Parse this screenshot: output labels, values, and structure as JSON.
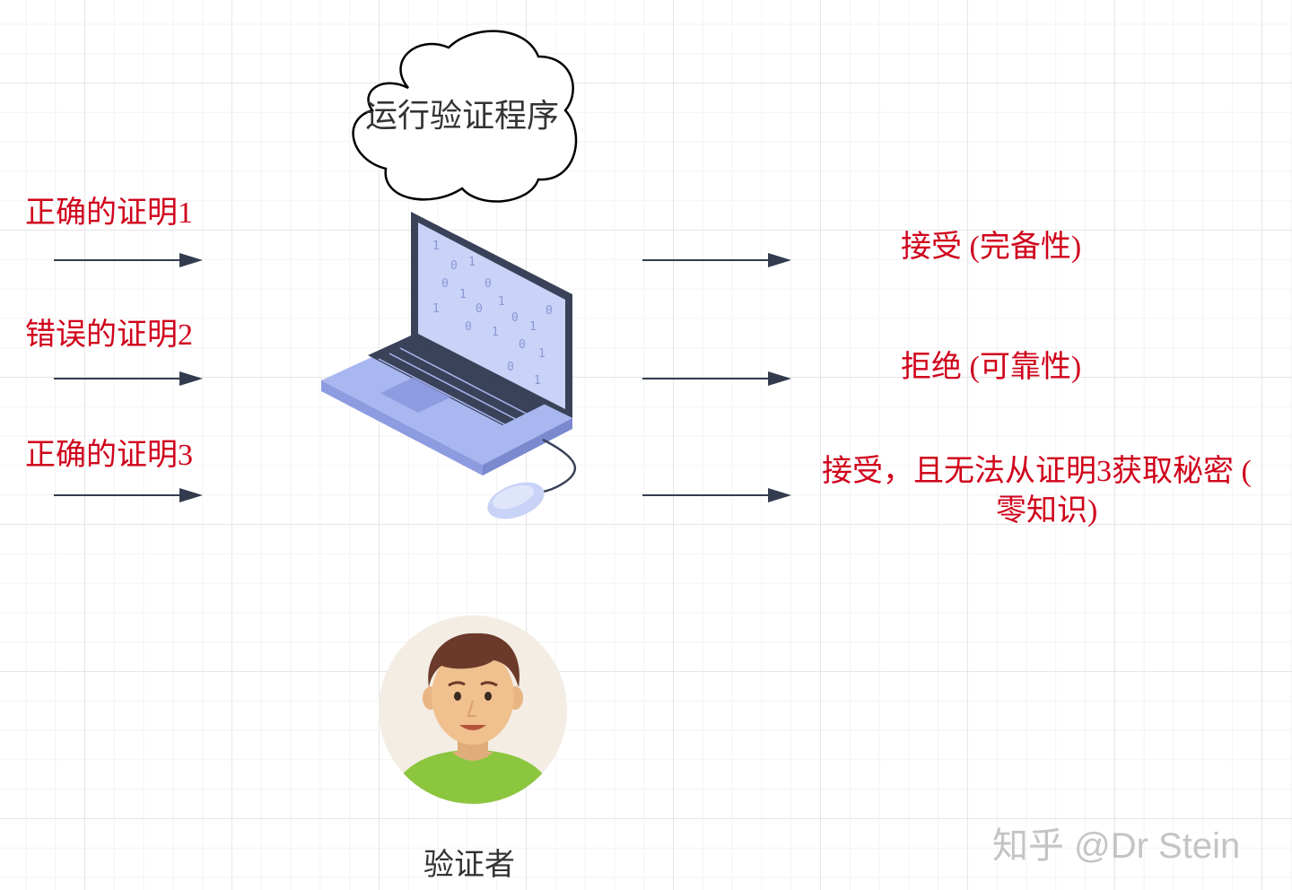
{
  "verifier_process": {
    "label": "运行验证程序"
  },
  "inputs": [
    {
      "label": "正确的证明1"
    },
    {
      "label": "错误的证明2"
    },
    {
      "label": "正确的证明3"
    }
  ],
  "outputs": [
    {
      "label": "接受 (完备性)"
    },
    {
      "label": "拒绝 (可靠性)"
    },
    {
      "label_line1": "接受，且无法从证明3获取秘密 (",
      "label_line2": "零知识)"
    }
  ],
  "verifier": {
    "label": "验证者"
  },
  "watermark": {
    "text": "知乎 @Dr Stein"
  },
  "colors": {
    "label_red": "#d0021b",
    "arrow": "#333c4e",
    "laptop_body": "#a9b7f0",
    "laptop_screen": "#c9d2f7",
    "laptop_keys": "#3a4259",
    "shirt": "#8cc63f",
    "skin": "#f0c08e",
    "hair": "#6b3a2a",
    "avatar_bg": "#f3ede4"
  },
  "icons": [
    "cloud-shape",
    "laptop-icon",
    "mouse-icon",
    "person-avatar-icon",
    "arrow-right-icon"
  ]
}
